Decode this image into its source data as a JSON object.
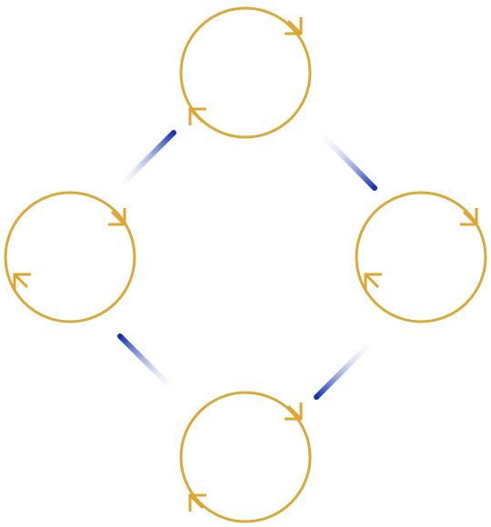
{
  "diagram": {
    "type": "cycle",
    "node_count": 4,
    "nodes": [
      {
        "id": "top"
      },
      {
        "id": "right"
      },
      {
        "id": "bottom"
      },
      {
        "id": "left"
      }
    ],
    "connectors": [
      {
        "from": "left",
        "to": "top"
      },
      {
        "from": "top",
        "to": "right"
      },
      {
        "from": "right",
        "to": "bottom"
      },
      {
        "from": "bottom",
        "to": "left"
      }
    ],
    "node_icon": "refresh-cycle-icon",
    "colors": {
      "node_stroke": "#d9a93a",
      "arrow_accent": "#e0a431",
      "connector_strong": "#1030b0",
      "connector_fade": "#ffffff",
      "background": "#ffffff"
    }
  }
}
